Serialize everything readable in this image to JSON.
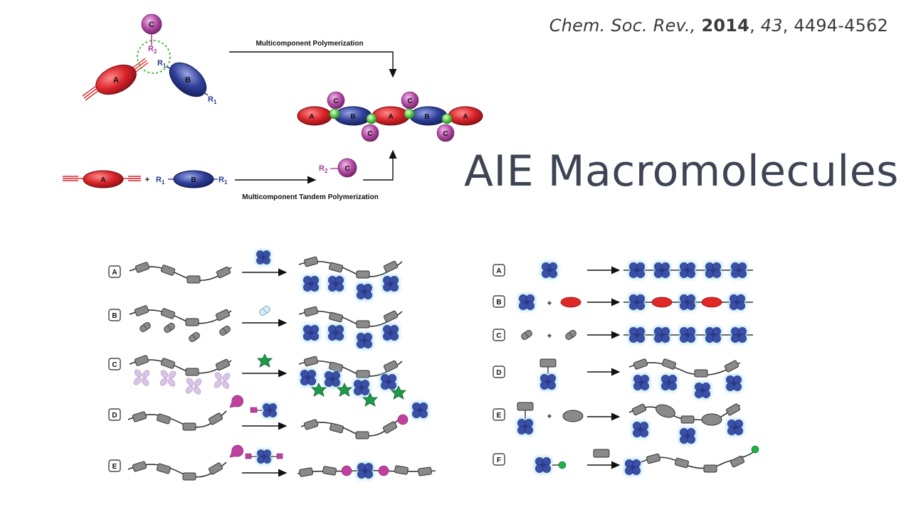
{
  "citation": {
    "journal": "Chem. Soc. Rev.,",
    "year": "2014",
    "volume": "43",
    "pages": ", 4494-4562"
  },
  "title": "AIE Macromolecules",
  "top_scheme": {
    "arrow_top_label": "Multicomponent Polymerization",
    "arrow_bottom_label": "Multicomponent Tandem Polymerization",
    "monomer_a": "A",
    "monomer_b": "B",
    "monomer_c": "C",
    "r1": "R",
    "r1_sub": "1",
    "r2": "R",
    "r2_sub": "2",
    "plus": "+"
  },
  "panel_left": {
    "rows": [
      {
        "letter": "A"
      },
      {
        "letter": "B"
      },
      {
        "letter": "C"
      },
      {
        "letter": "D"
      },
      {
        "letter": "E"
      }
    ]
  },
  "panel_right": {
    "rows": [
      {
        "letter": "A"
      },
      {
        "letter": "B",
        "plus": "+"
      },
      {
        "letter": "C",
        "plus": "+"
      },
      {
        "letter": "D"
      },
      {
        "letter": "E",
        "plus": "+"
      },
      {
        "letter": "F"
      }
    ]
  },
  "colors": {
    "red": "#d8232a",
    "blue": "#2b3a8c",
    "magenta": "#a83b9a",
    "green": "#4bbf3a",
    "gray": "#8a8a8a",
    "aie_blue": "#3a4fa8",
    "aie_glow": "#9fd8f0",
    "star_green": "#1e9a4a"
  }
}
